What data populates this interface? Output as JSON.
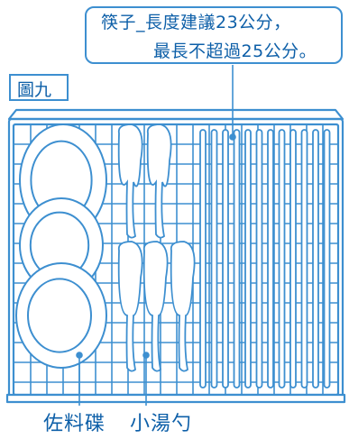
{
  "callout": {
    "line1": "筷子_長度建議23公分，",
    "line2": "最長不超過25公分。"
  },
  "figure_label": "圖九",
  "labels": {
    "plate": "佐料碟",
    "spoon": "小湯勺"
  },
  "colors": {
    "line": "#3d8fd0",
    "text": "#0d5fa8",
    "fill": "#ffffff"
  }
}
